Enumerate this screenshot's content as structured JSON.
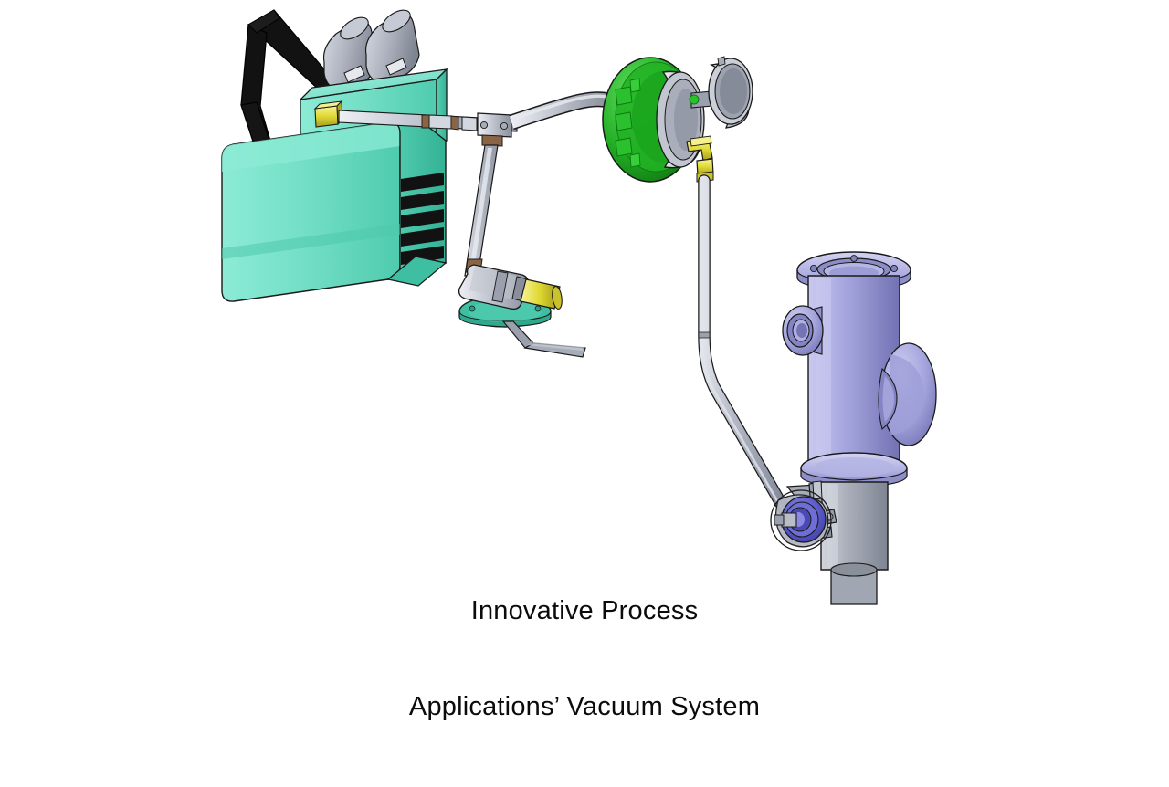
{
  "document": {
    "kind": "technical-illustration",
    "subject": "Vacuum System CAD Assembly",
    "background_color": "#FFFFFF"
  },
  "caption": {
    "line1": "Innovative Process",
    "line2": "Applications’ Vacuum System",
    "color": "#0B0B0B",
    "align": "center"
  },
  "palette": {
    "pump_teal_light": "#8CEBD6",
    "pump_teal": "#74DFC6",
    "pump_teal_mid": "#5FD3B8",
    "pump_teal_dark": "#3FBFA2",
    "pump_teal_deep": "#2FA98D",
    "handle_black": "#121212",
    "metal_light": "#E2E4EA",
    "metal": "#BFC3CE",
    "metal_mid": "#A7ACB9",
    "metal_dark": "#868C99",
    "metal_deep": "#666C79",
    "flange_green_light": "#4FD24F",
    "flange_green": "#1FAA22",
    "flange_green_dark": "#128013",
    "brass_yellow_light": "#F2EE72",
    "brass_yellow": "#E3DC39",
    "brass_yellow_dark": "#B5AE21",
    "chamber_purple_light": "#C3C3EC",
    "chamber_purple": "#A7A7DF",
    "chamber_purple_mid": "#9292D2",
    "chamber_purple_dark": "#7B7BBC",
    "gauge_blue": "#5A5ACB",
    "gauge_blue_dark": "#3E3EA3",
    "outline": "#1A1A1A"
  },
  "components": [
    {
      "id": "vacuum-pump",
      "label": "Diaphragm Vacuum Pump",
      "color": "#74DFC6",
      "position": "upper-left"
    },
    {
      "id": "pump-carry-handle",
      "label": "Carry Handle",
      "color": "#121212",
      "position": "top-left"
    },
    {
      "id": "pump-motor-heads",
      "label": "Twin Motor Heads",
      "color": "#A7ACB9",
      "position": "pump-top"
    },
    {
      "id": "pump-vent-louvers",
      "label": "Cooling Vent Louvers",
      "color": "#121212",
      "position": "pump-right-face"
    },
    {
      "id": "inlet-tubing",
      "label": "Stainless Inlet Tubing",
      "color": "#BFC3CE",
      "position": "pump-to-valve"
    },
    {
      "id": "tee-junction",
      "label": "Tee Junction Fitting",
      "color": "#A7ACB9",
      "position": "mid-upper"
    },
    {
      "id": "bleed-valve",
      "label": "Bleed Valve with Lever",
      "color": "#A7ACB9",
      "position": "below-pump"
    },
    {
      "id": "bleed-valve-base",
      "label": "Valve Mounting Plate",
      "color": "#3FBFA2",
      "position": "below-pump"
    },
    {
      "id": "bleed-valve-nozzle",
      "label": "Brass Exhaust Nozzle",
      "color": "#E3DC39",
      "position": "below-pump"
    },
    {
      "id": "green-flange-valve",
      "label": "Green Flanged Valve Body",
      "color": "#1FAA22",
      "position": "upper-center-right"
    },
    {
      "id": "sight-glass-gauge",
      "label": "Sight Glass / Gauge Cap",
      "color": "#BFC3CE",
      "position": "valve-right"
    },
    {
      "id": "brass-elbow",
      "label": "Brass Elbow Fitting",
      "color": "#E3DC39",
      "position": "valve-lower"
    },
    {
      "id": "flex-hose",
      "label": "Flexible Vacuum Hose",
      "color": "#AEB3C0",
      "position": "valve-to-chamber"
    },
    {
      "id": "process-chamber",
      "label": "Process Chamber Body",
      "color": "#A7A7DF",
      "position": "right"
    },
    {
      "id": "chamber-top-flange",
      "label": "Top Mounting Flange",
      "color": "#C3C3EC",
      "position": "chamber-top"
    },
    {
      "id": "chamber-side-port",
      "label": "Side Access Port",
      "color": "#9292D2",
      "position": "chamber-left"
    },
    {
      "id": "chamber-bulge",
      "label": "Rounded Side Chamber",
      "color": "#9292D2",
      "position": "chamber-right"
    },
    {
      "id": "chamber-bottom-flange",
      "label": "Bottom Flange",
      "color": "#C3C3EC",
      "position": "chamber-bottom"
    },
    {
      "id": "lower-canister",
      "label": "Lower Canister Housing",
      "color": "#A7ACB9",
      "position": "bottom-right"
    },
    {
      "id": "clamp-ring",
      "label": "Quick-Release Clamp Ring",
      "color": "#A7ACB9",
      "position": "bottom-right"
    },
    {
      "id": "blue-gauge-port",
      "label": "Gauge Port Fitting",
      "color": "#5A5ACB",
      "position": "bottom-left-of-canister"
    }
  ]
}
